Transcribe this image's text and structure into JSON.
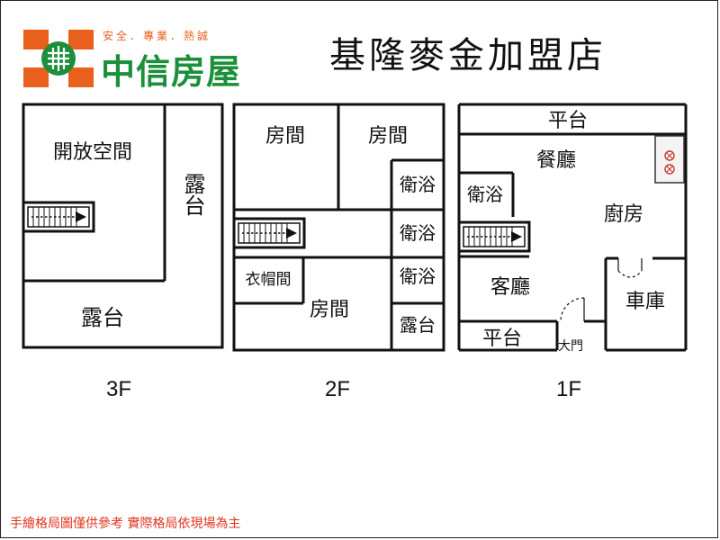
{
  "logo": {
    "tagline": "安全．專業．熱誠",
    "name": "中信房屋",
    "colors": {
      "orange": "#e8601c",
      "green": "#1b8f3a"
    }
  },
  "title": "基隆麥金加盟店",
  "floors": {
    "f3": {
      "label": "3F",
      "rooms": {
        "open_space": "開放空間",
        "balcony_right": "露台",
        "balcony_bottom": "露台"
      }
    },
    "f2": {
      "label": "2F",
      "rooms": {
        "room_top_left": "房間",
        "room_top_right": "房間",
        "bath_1": "衛浴",
        "bath_2": "衛浴",
        "bath_3": "衛浴",
        "closet": "衣帽間",
        "room_bottom": "房間",
        "balcony": "露台"
      }
    },
    "f1": {
      "label": "1F",
      "rooms": {
        "terrace_top": "平台",
        "dining": "餐廳",
        "bath": "衛浴",
        "kitchen": "廚房",
        "living": "客廳",
        "garage": "車庫",
        "terrace_bottom": "平台",
        "main_door": "大門"
      }
    }
  },
  "disclaimer": "手繪格局圖僅供參考 實際格局依現場為主",
  "icons": [
    "logo-mark-icon",
    "stair-arrow-icon",
    "stove-icon"
  ]
}
